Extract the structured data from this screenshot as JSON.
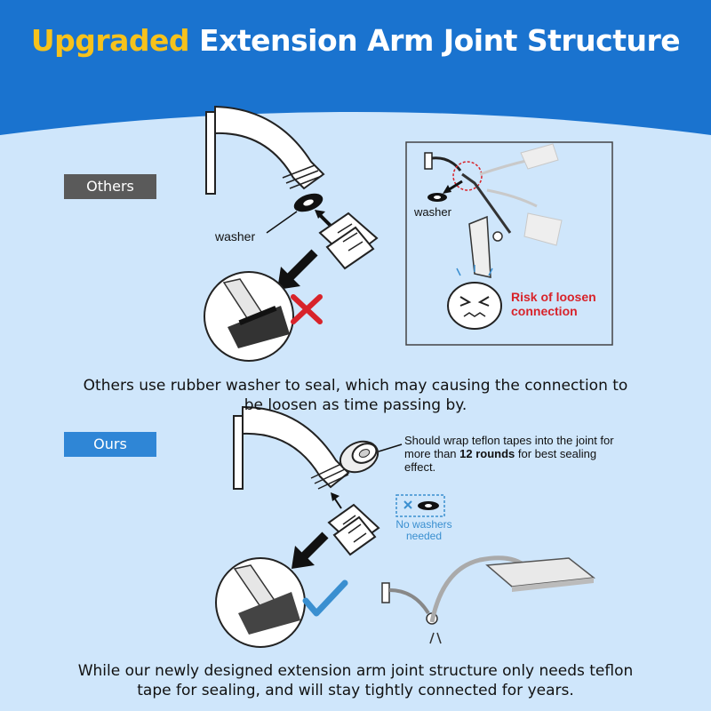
{
  "header": {
    "title_highlight": "Upgraded",
    "title_rest": " Extension Arm Joint Structure",
    "background_color": "#1a73cf",
    "highlight_color": "#f7c21b"
  },
  "others": {
    "tag": "Others",
    "washer_label": "washer",
    "inset_washer_label": "washer",
    "risk_line1": "Risk of loosen",
    "risk_line2": "connection",
    "caption_line1": "Others use rubber washer to seal, which may causing the connection to",
    "caption_line2": "be loosen as time passing by.",
    "result_icon": "red-cross-icon"
  },
  "ours": {
    "tag": "Ours",
    "note_before": "Should wrap teflon tapes into the joint for more than ",
    "note_bold": "12 rounds",
    "note_after": " for best sealing effect.",
    "no_washers_line1": "No washers",
    "no_washers_line2": "needed",
    "caption_line1": "While our newly designed extension arm joint structure only needs teflon",
    "caption_line2": "tape for sealing, and will stay tightly connected for years.",
    "result_icon": "blue-check-icon"
  }
}
